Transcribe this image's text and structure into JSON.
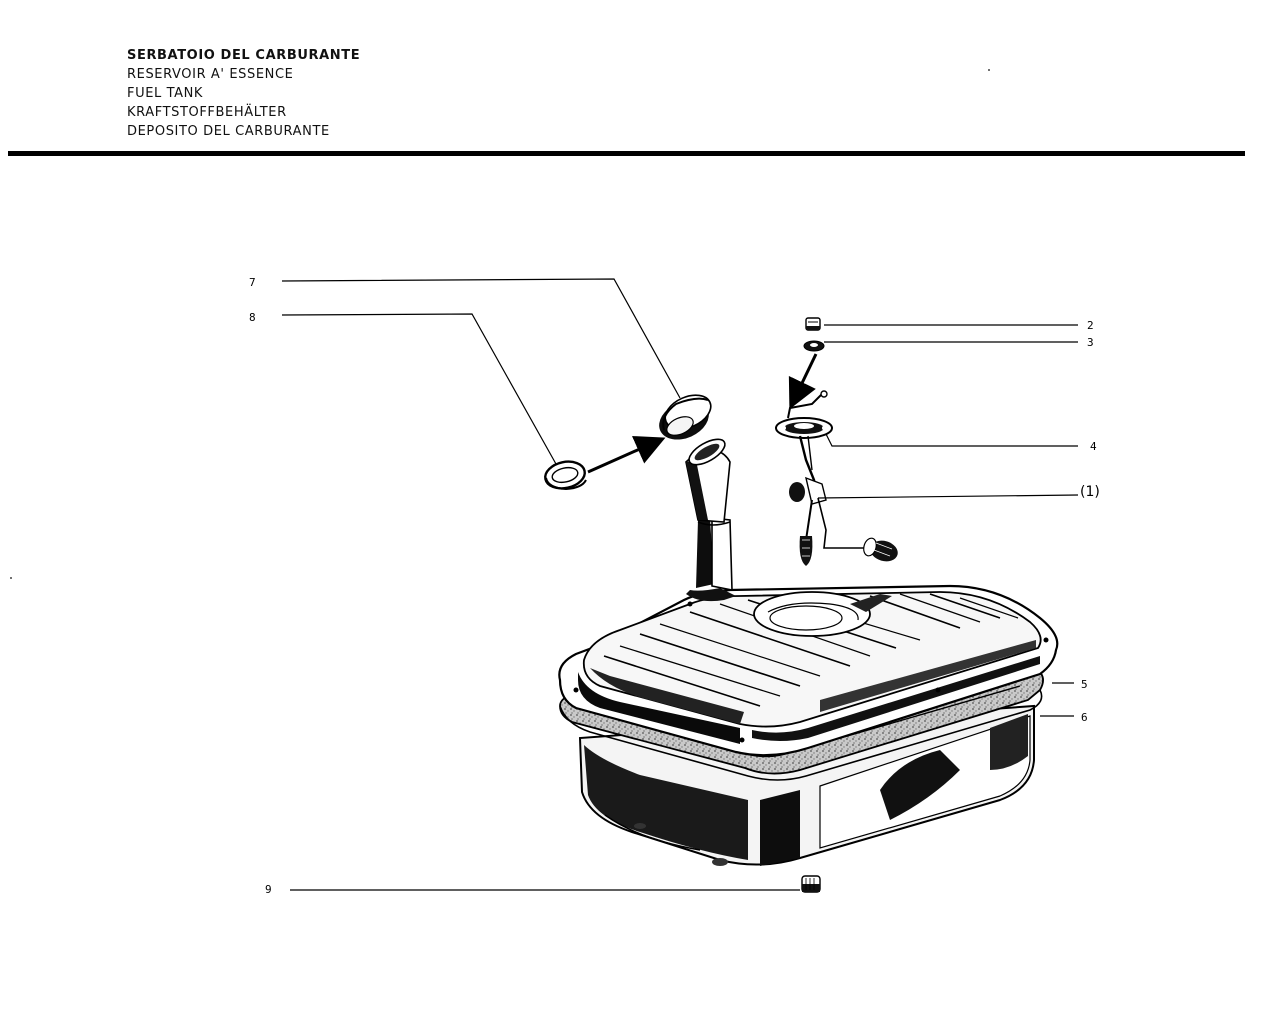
{
  "header": {
    "titles": [
      "SERBATOIO DEL CARBURANTE",
      "RESERVOIR A' ESSENCE",
      "FUEL TANK",
      "KRAFTSTOFFBEHÄLTER",
      "DEPOSITO DEL CARBURANTE"
    ]
  },
  "callouts": {
    "c7": "7",
    "c8": "8",
    "c2": "2",
    "c3": "3",
    "c4": "4",
    "c1": "(1)",
    "c5": "5",
    "c6": "6",
    "c9": "9"
  }
}
